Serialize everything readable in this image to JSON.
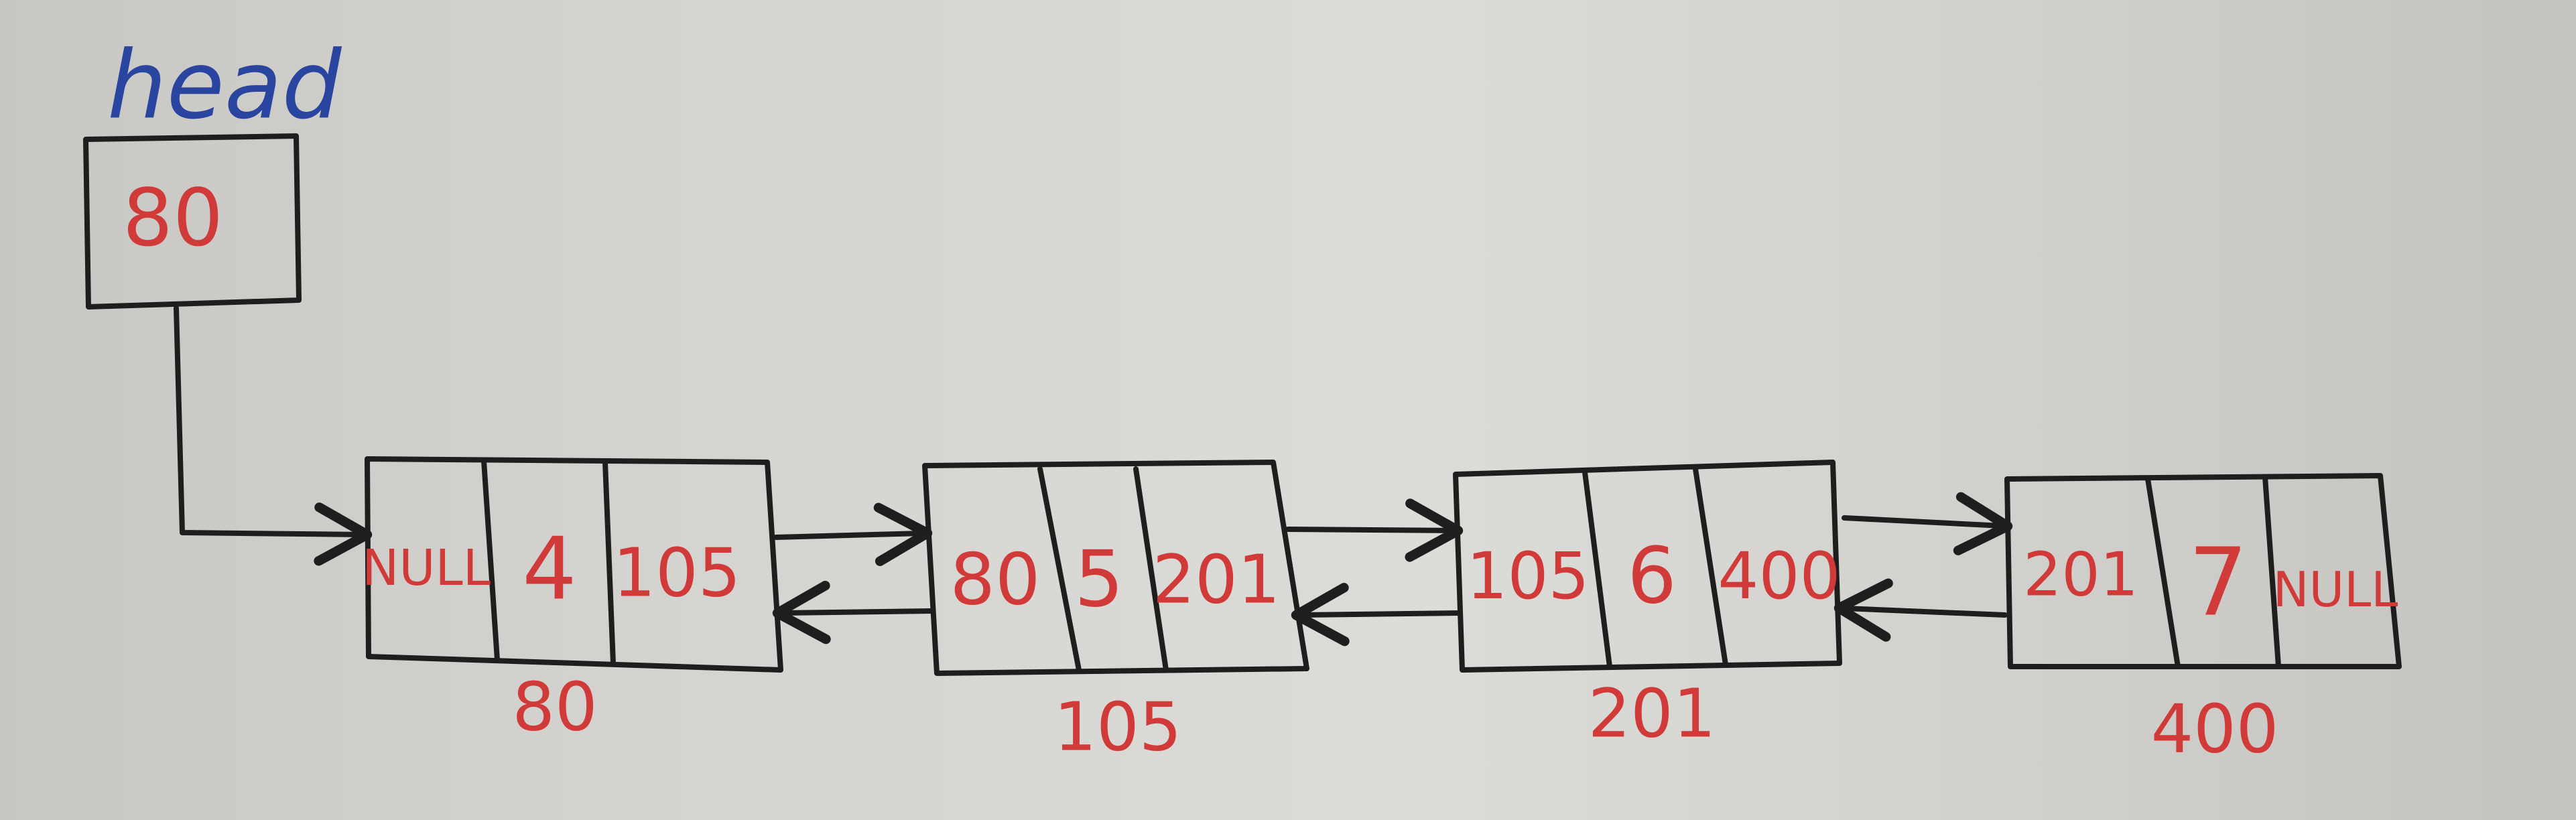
{
  "colors": {
    "ink_black": "#1e1e1e",
    "ink_red": "#d03a38",
    "ink_blue": "#2a45a0"
  },
  "head": {
    "label": "head",
    "value": "80"
  },
  "nodes": [
    {
      "address": "80",
      "prev": "NULL",
      "data": "4",
      "next": "105"
    },
    {
      "address": "105",
      "prev": "80",
      "data": "5",
      "next": "201"
    },
    {
      "address": "201",
      "prev": "105",
      "data": "6",
      "next": "400"
    },
    {
      "address": "400",
      "prev": "201",
      "data": "7",
      "next": "NULL"
    }
  ]
}
